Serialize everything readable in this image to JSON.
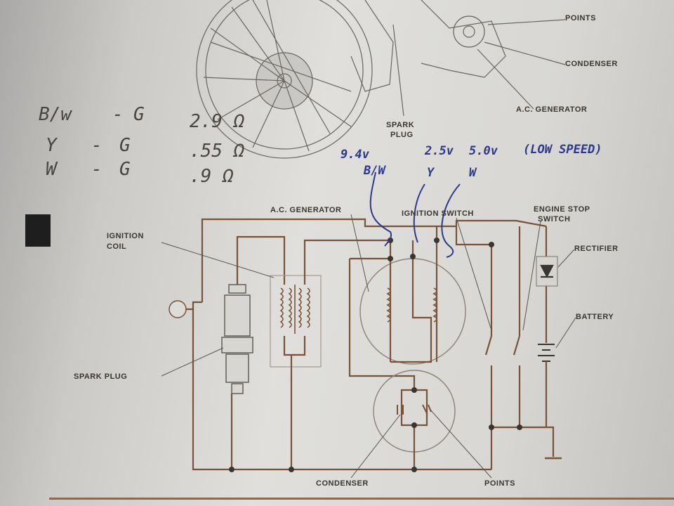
{
  "illustration_labels": {
    "points": "POINTS",
    "condenser": "CONDENSER",
    "ac_generator": "A.C. GENERATOR",
    "spark_plug_line1": "SPARK",
    "spark_plug_line2": "PLUG"
  },
  "pencil_notes": [
    {
      "wire": "B/w",
      "dash": "-",
      "ground": "G",
      "value": "2.9 Ω"
    },
    {
      "wire": "Y",
      "dash": "-",
      "ground": "G",
      "value": ".55 Ω"
    },
    {
      "wire": "W",
      "dash": "-",
      "ground": "G",
      "value": ".9 Ω"
    }
  ],
  "pen_notes": {
    "voltages": [
      {
        "value": "9.4v",
        "wire": "B/W"
      },
      {
        "value": "2.5v",
        "wire": "Y"
      },
      {
        "value": "5.0v",
        "wire": "W"
      }
    ],
    "low_speed": "(LOW SPEED)"
  },
  "schematic_labels": {
    "ac_generator": "A.C. GENERATOR",
    "ignition_switch": "IGNITION SWITCH",
    "engine_stop_switch_line1": "ENGINE STOP",
    "engine_stop_switch_line2": "SWITCH",
    "rectifier": "RECTIFIER",
    "battery": "BATTERY",
    "ignition_coil_line1": "IGNITION",
    "ignition_coil_line2": "COIL",
    "spark_plug": "SPARK PLUG",
    "condenser": "CONDENSER",
    "points": "POINTS"
  },
  "colors": {
    "wire": "#7a5235",
    "ink": "#3a3530",
    "pen": "#2b3a8c"
  }
}
